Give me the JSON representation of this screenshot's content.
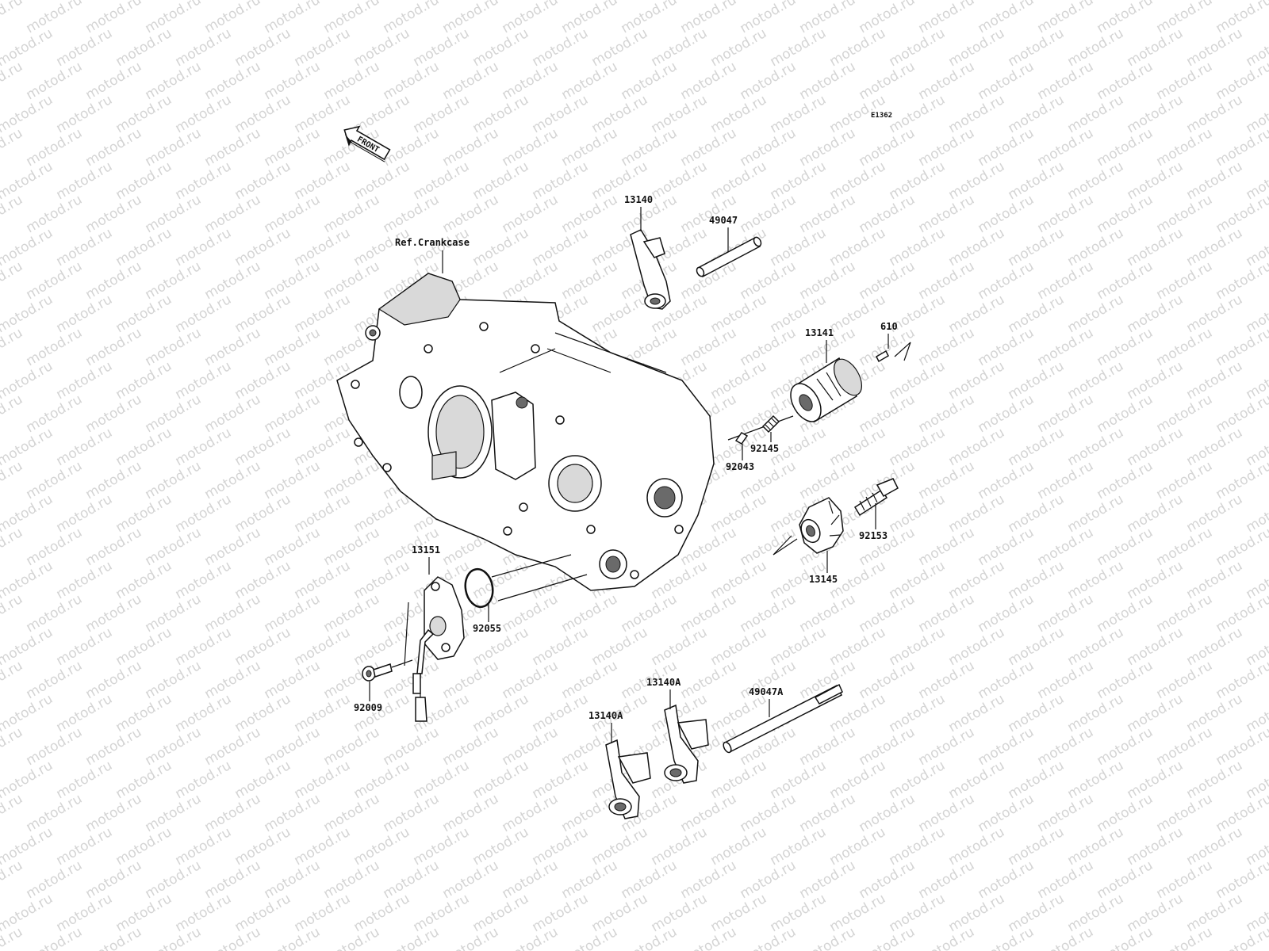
{
  "watermark": {
    "text": "motod.ru"
  },
  "diagram_code": "E1362",
  "front_arrow": {
    "label": "FRONT"
  },
  "ref_label": "Ref.Crankcase",
  "parts": {
    "p13140": "13140",
    "p49047": "49047",
    "p13141": "13141",
    "p610": "610",
    "p92145": "92145",
    "p92043": "92043",
    "p92153": "92153",
    "p13145": "13145",
    "p13151": "13151",
    "p92055": "92055",
    "p92009": "92009",
    "p13140A_upper": "13140A",
    "p13140A_lower": "13140A",
    "p49047A": "49047A"
  }
}
